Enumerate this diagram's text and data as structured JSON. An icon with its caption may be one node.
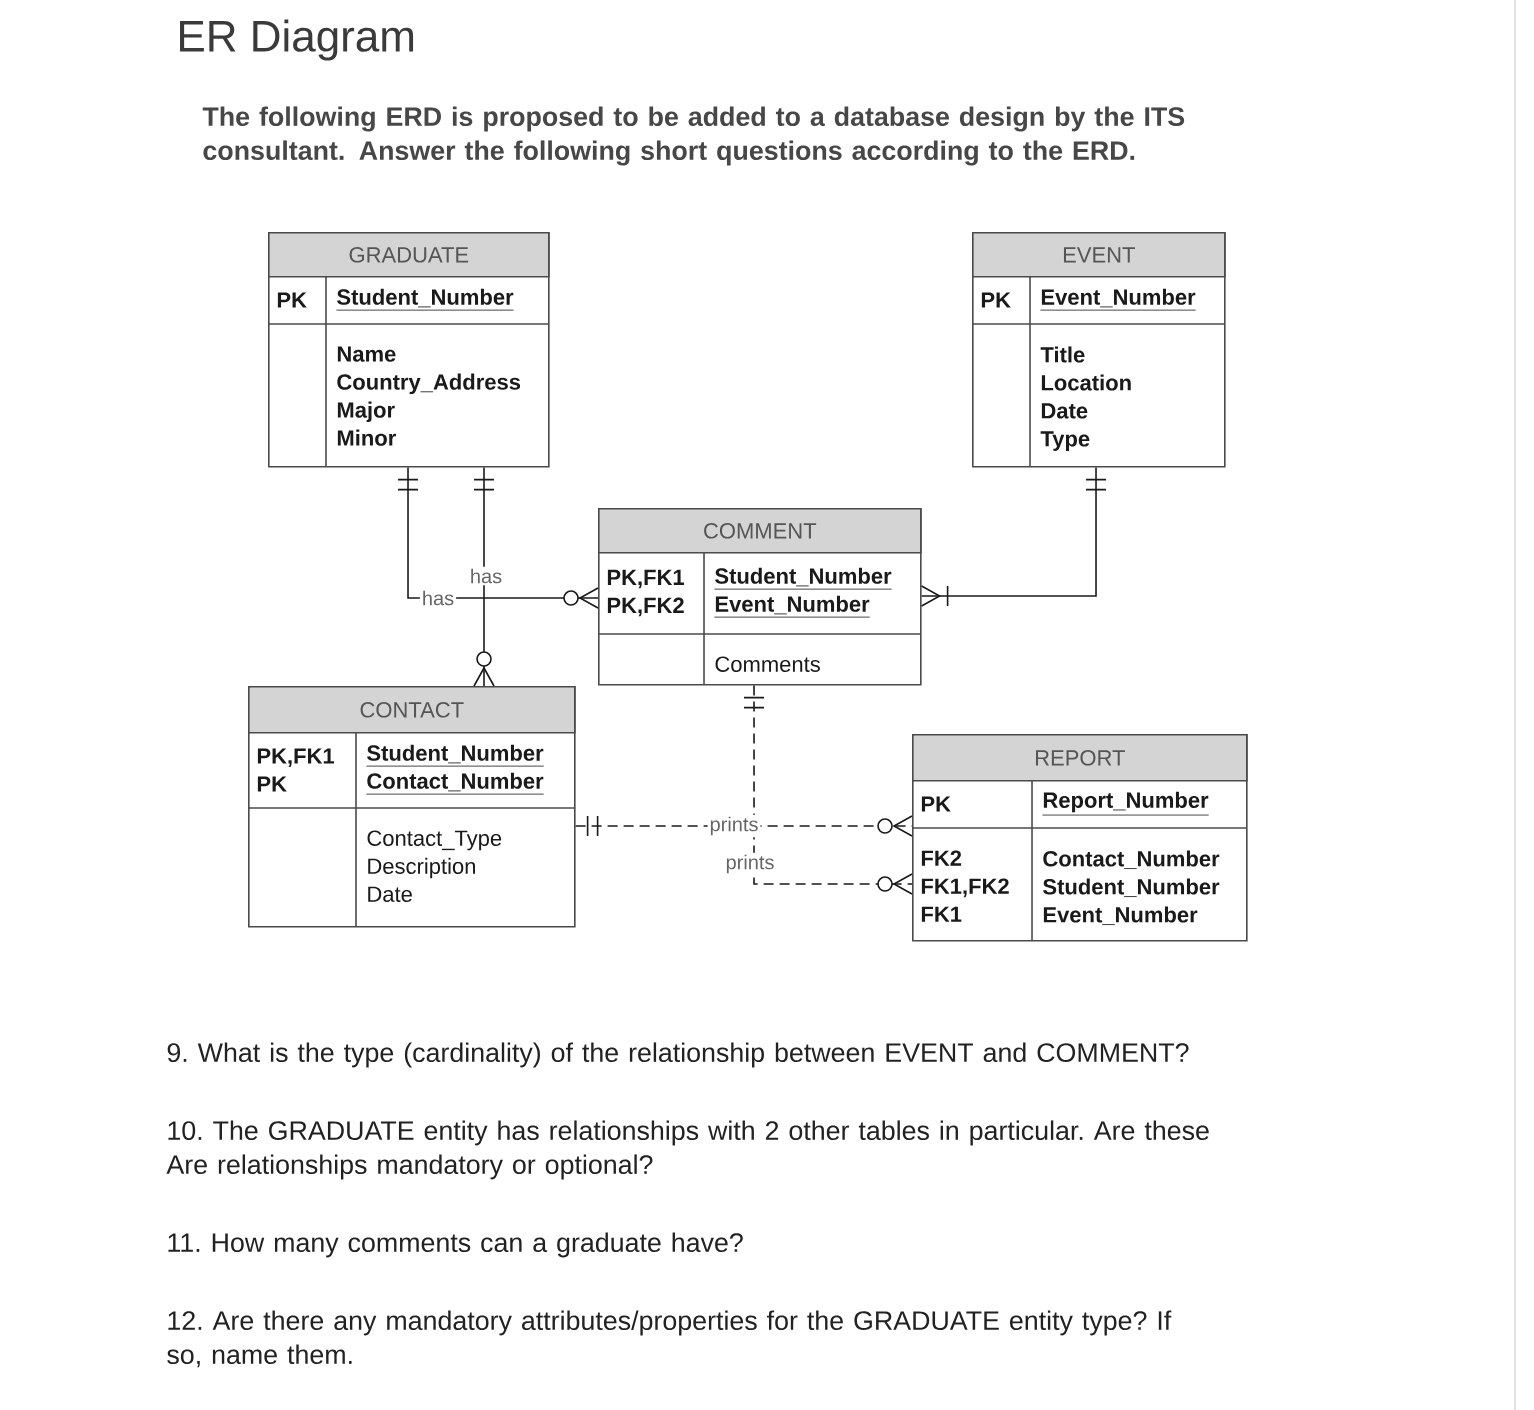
{
  "diagram": {
    "title": "ER Diagram",
    "nodes": [
      {
        "text": [
          "GRADUATE",
          "PK",
          "Student_Number",
          "Name Country_Address Major Minor"
        ]
      },
      {
        "text": [
          "EVENT",
          "PK",
          "Event_Number",
          "Title Location Date Type"
        ]
      },
      {
        "text": [
          "COMMENT",
          "PK,FK1 PK,FK2",
          "Student_Number Event_Number",
          "Comments"
        ]
      },
      {
        "text": [
          "CONTACT",
          "PK,FK1 PK",
          "Student_Number Contact_Number",
          "Contact_Type Description Date"
        ]
      },
      {
        "text": [
          "REPORT",
          "PK",
          "Report_Number",
          "FK2 FK1,FK2 FK1",
          "Contact_Number Student_Number Event_Number"
        ]
      }
    ],
    "edges": [
      {
        "from": 0,
        "to": 2,
        "arrow": "other",
        "label": "has"
      },
      {
        "from": 0,
        "to": 3,
        "arrow": "other",
        "label": "has"
      },
      {
        "from": 1,
        "to": 2,
        "arrow": "other"
      },
      {
        "from": 3,
        "to": 4,
        "arrow": "other",
        "label": "prints",
        "style": "dashed"
      },
      {
        "from": 2,
        "to": 4,
        "arrow": "other",
        "label": "prints",
        "style": "dashed"
      }
    ],
    "labels": [
      "The following ERD is proposed to be added to a database design by the ITS consultant.  Answer the following short questions according to the ERD.",
      "9. What is the type (cardinality) of the relationship between EVENT and COMMENT?",
      "10. The GRADUATE entity has relationships with 2 other tables in particular. Are these Are relationships mandatory or optional?",
      "11. How many comments can a graduate have?",
      "12. Are there any mandatory attributes/properties for the GRADUATE entity type? If so, name them."
    ]
  }
}
